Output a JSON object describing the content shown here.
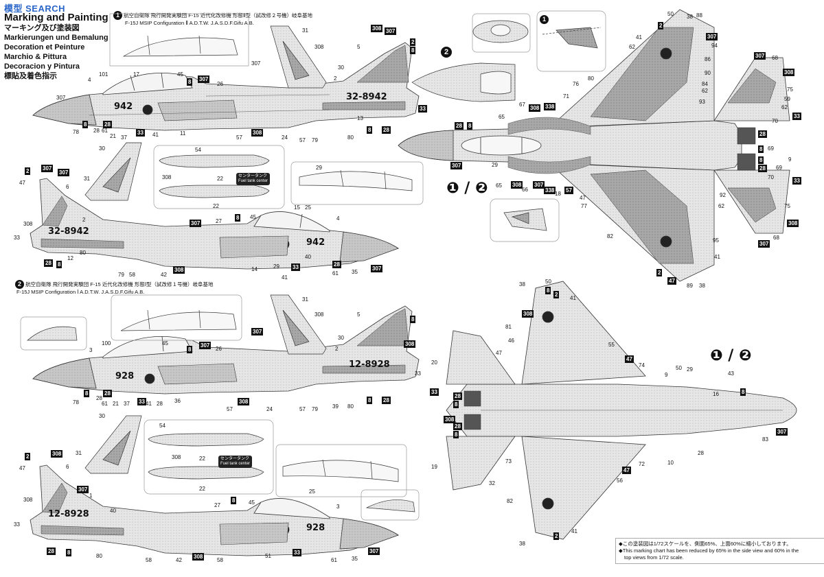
{
  "watermark": "模型 SEARCH",
  "legend": {
    "title": "Marking and Painting",
    "languages": [
      "マーキング及び塗装図",
      "Markierungen und Bemalung",
      "Decoration et Peinture",
      "Marchio & Pittura",
      "Decoracion y Pintura",
      "標貼及着色指示"
    ]
  },
  "scheme1": {
    "badge": "1",
    "headline_jp": "航空自衛隊 飛行開発実験団 F-15 近代化改修機 形態Ⅱ型（試改修２号機）岐阜基地",
    "headline_en": "F-15J MSIP Configuration Ⅱ A.D.T.W. J.A.S.D.F.Gifu A.B.",
    "serial": "32-8942",
    "nose_number": "942"
  },
  "scheme2": {
    "badge": "2",
    "headline_jp": "航空自衛隊 飛行開発実験団 F-15 近代化改修機 形態Ⅰ型（試改修１号機）岐阜基地",
    "headline_en": "F-15J MSIP Configuration Ⅰ A.D.T.W. J.A.S.D.F.Gifu A.B.",
    "serial": "12-8928",
    "nose_number": "928"
  },
  "fuel_tank": {
    "label_jp": "センタータンク",
    "label_en": "Fuel tank center"
  },
  "views": {
    "upper_label": "❶ / ❷",
    "lower_label": "❶ / ❷"
  },
  "footnote": {
    "jp": "◆この塗装図は1/72スケールを、側面65%、上面60%に縮小しております。",
    "en1": "◆This marking chart has been reduced by 65% in the side view and 60% in the",
    "en2": "top views from 1/72 scale."
  },
  "callouts_top_side": [
    "307",
    "4",
    "101",
    "17",
    "45",
    "8",
    "307",
    "26",
    "2",
    "30",
    "31",
    "308",
    "307",
    "5",
    "308",
    "307",
    "2",
    "8",
    "33",
    "28",
    "8",
    "13",
    "80",
    "79",
    "57",
    "24",
    "308",
    "57",
    "11",
    "41",
    "33",
    "37",
    "21",
    "61",
    "28",
    "78",
    "8",
    "28"
  ],
  "callouts_mid_side": [
    "2",
    "47",
    "307",
    "307",
    "6",
    "30",
    "31",
    "2",
    "33",
    "308",
    "28",
    "8",
    "12",
    "80",
    "79",
    "58",
    "308",
    "42",
    "14",
    "29",
    "33",
    "41",
    "40",
    "61",
    "28",
    "35",
    "307",
    "4",
    "15",
    "25",
    "27",
    "8",
    "45",
    "307",
    "29",
    "54",
    "308",
    "22",
    "22"
  ],
  "callouts_scheme2_side": [
    "3",
    "100",
    "45",
    "8",
    "307",
    "26",
    "2",
    "30",
    "31",
    "308",
    "307",
    "5",
    "8",
    "33",
    "308",
    "28",
    "8",
    "39",
    "80",
    "79",
    "57",
    "24",
    "308",
    "57",
    "28",
    "36",
    "33",
    "41",
    "37",
    "21",
    "61",
    "28",
    "78",
    "8",
    "28"
  ],
  "callouts_scheme2_lower": [
    "2",
    "47",
    "308",
    "307",
    "6",
    "30",
    "31",
    "1",
    "33",
    "308",
    "28",
    "8",
    "40",
    "80",
    "58",
    "42",
    "308",
    "58",
    "51",
    "33",
    "61",
    "35",
    "307",
    "3",
    "25",
    "27",
    "8",
    "45",
    "54",
    "308",
    "22",
    "22"
  ],
  "callouts_top_view": [
    "50",
    "2",
    "38",
    "88",
    "41",
    "62",
    "84",
    "307",
    "94",
    "86",
    "90",
    "62",
    "93",
    "68",
    "75",
    "59",
    "307",
    "308",
    "62",
    "70",
    "33",
    "69",
    "28",
    "8",
    "69",
    "8",
    "28",
    "9",
    "70",
    "33",
    "92",
    "62",
    "75",
    "308",
    "307",
    "95",
    "41",
    "89",
    "38",
    "47",
    "2",
    "68",
    "65",
    "67",
    "308",
    "338",
    "28",
    "8",
    "307",
    "29",
    "66",
    "308",
    "307",
    "338",
    "57",
    "18",
    "77",
    "47",
    "76",
    "71",
    "80",
    "82",
    "65"
  ],
  "callouts_bottom_view": [
    "38",
    "50",
    "8",
    "2",
    "41",
    "308",
    "43",
    "46",
    "81",
    "47",
    "74",
    "50",
    "29",
    "55",
    "47",
    "9",
    "16",
    "8",
    "33",
    "28",
    "8",
    "308",
    "28",
    "8",
    "20",
    "19",
    "73",
    "72",
    "10",
    "32",
    "82",
    "56",
    "47",
    "41",
    "2",
    "38",
    "307",
    "83",
    "28"
  ]
}
